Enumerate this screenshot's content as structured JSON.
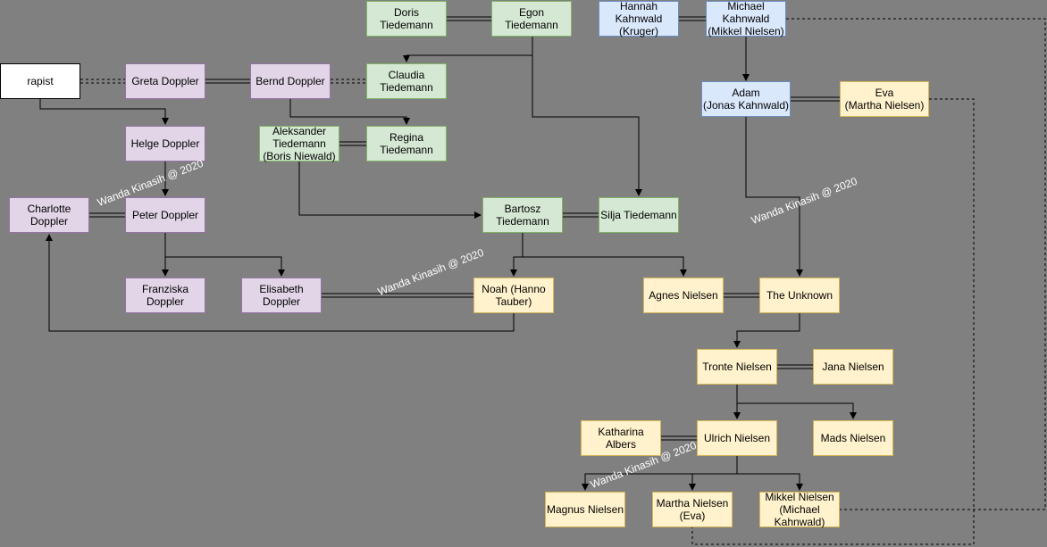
{
  "nodes": {
    "doris": "Doris\nTiedemann",
    "egon": "Egon\nTiedemann",
    "hannah": "Hannah\nKahnwald\n(Kruger)",
    "michael": "Michael\nKahnwald\n(Mikkel Nielsen)",
    "rapist": "rapist",
    "greta": "Greta Doppler",
    "bernd": "Bernd Doppler",
    "claudia": "Claudia\nTiedemann",
    "adam": "Adam\n(Jonas Kahnwald)",
    "eva": "Eva\n(Martha Nielsen)",
    "helge": "Helge Doppler",
    "aleksander": "Aleksander\nTiedemann\n(Boris Niewald)",
    "regina": "Regina\nTiedemann",
    "charlotte": "Charlotte\nDoppler",
    "peter": "Peter Doppler",
    "bartosz": "Bartosz\nTiedemann",
    "silja": "Silja Tiedemann",
    "franziska": "Franziska\nDoppler",
    "elisabeth": "Elisabeth\nDoppler",
    "noah": "Noah (Hanno\nTauber)",
    "agnes": "Agnes Nielsen",
    "unknown": "The Unknown",
    "tronte": "Tronte Nielsen",
    "jana": "Jana Nielsen",
    "katharina": "Katharina\nAlbers",
    "ulrich": "Ulrich Nielsen",
    "mads": "Mads Nielsen",
    "magnus": "Magnus Nielsen",
    "martha": "Martha Nielsen\n(Eva)",
    "mikkel": "Mikkel Nielsen\n(Michael\nKahnwald)"
  },
  "watermark": "Wanda Kinasih @ 2020"
}
